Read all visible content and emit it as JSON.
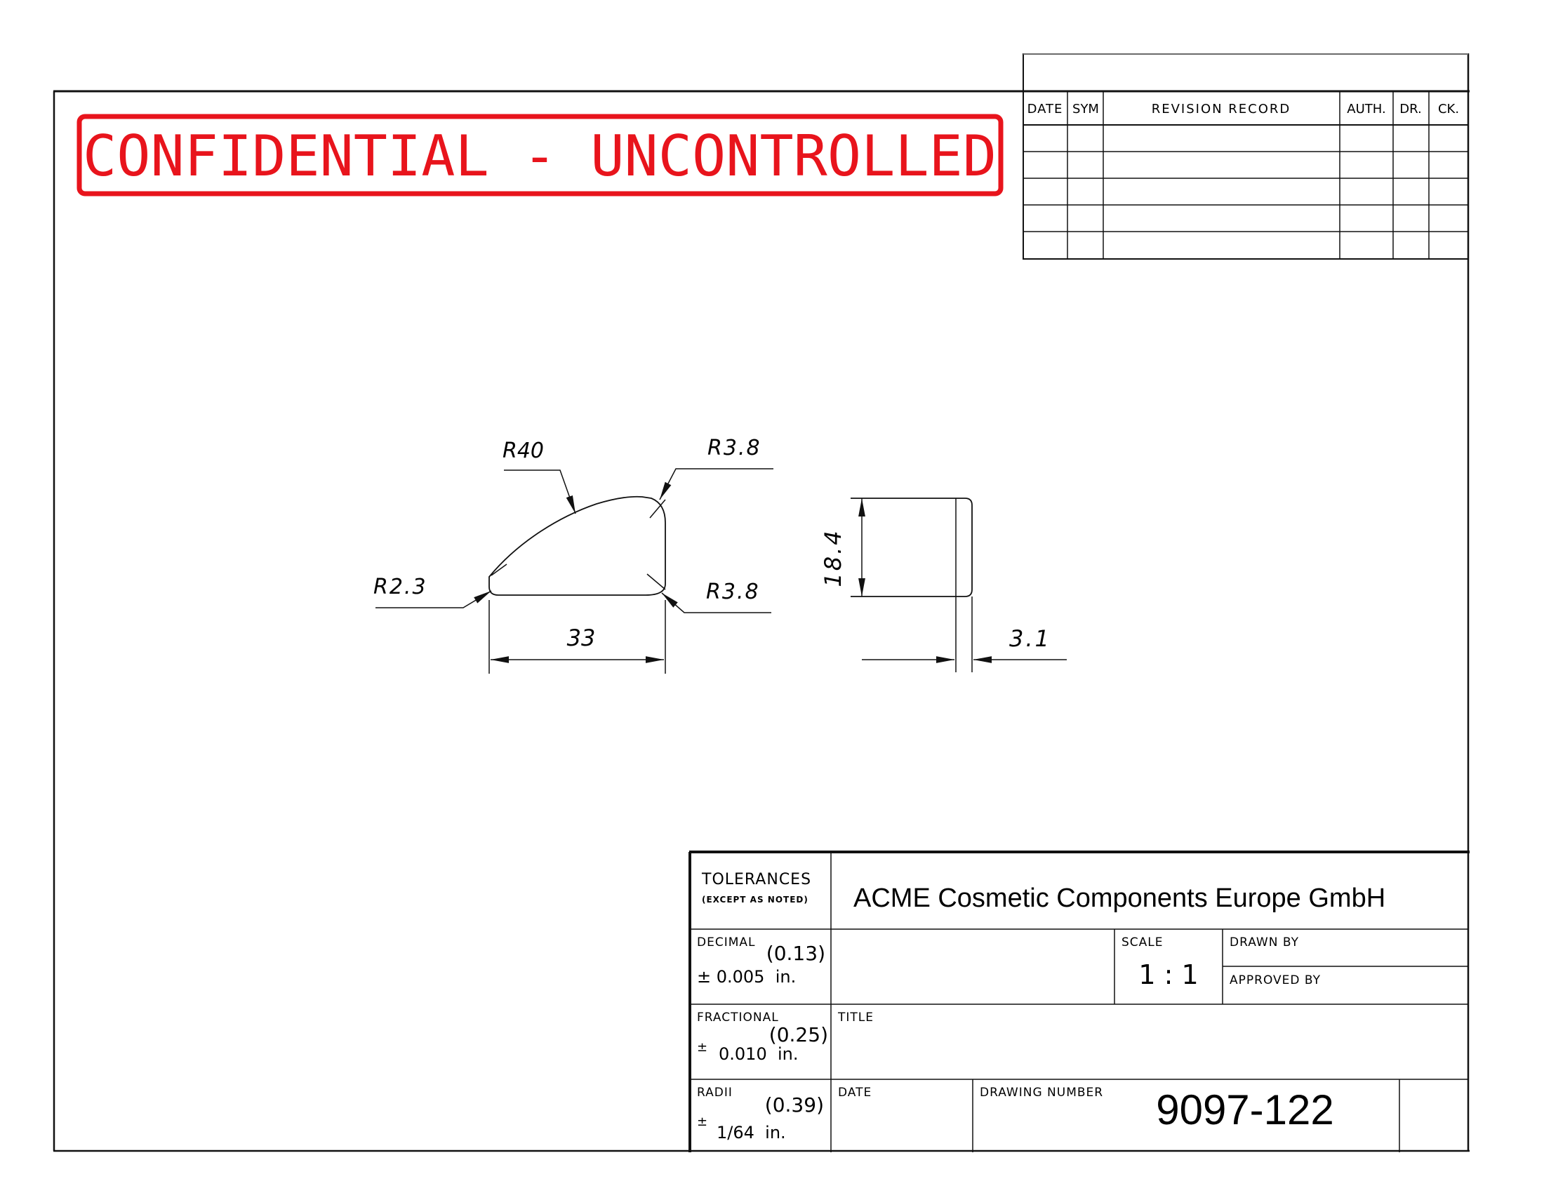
{
  "stamp": {
    "text": "CONFIDENTIAL - UNCONTROLLED",
    "color": "#e8141c"
  },
  "revision_block": {
    "headers": {
      "date": "DATE",
      "sym": "SYM",
      "record": "REVISION RECORD",
      "auth": "AUTH.",
      "dr": "DR.",
      "ck": "CK."
    },
    "rows": 5
  },
  "drawing": {
    "labels": {
      "r40": "R40",
      "r38_top": "R3.8",
      "r23": "R2.3",
      "r38_bottom": "R3.8",
      "width": "33",
      "height": "18.4",
      "thickness": "3.1"
    }
  },
  "title_block": {
    "tolerances": {
      "heading": "TOLERANCES",
      "subheading": "(EXCEPT AS NOTED)",
      "decimal_label": "DECIMAL",
      "decimal_mm": "(0.13)",
      "decimal_value": "± 0.005  in.",
      "fractional_label": "FRACTIONAL",
      "fractional_mm": "(0.25)",
      "fractional_pm": "±",
      "fractional_value": "0.010  in.",
      "radii_label": "RADII",
      "radii_mm": "(0.39)",
      "radii_pm": "±",
      "radii_value": "1/64  in."
    },
    "company": "ACME Cosmetic Components Europe GmbH",
    "scale_label": "SCALE",
    "scale_value": "1 : 1",
    "drawn_by_label": "DRAWN BY",
    "approved_by_label": "APPROVED BY",
    "title_label": "TITLE",
    "date_label": "DATE",
    "drawing_number_label": "DRAWING NUMBER",
    "drawing_number": "9097-122"
  }
}
